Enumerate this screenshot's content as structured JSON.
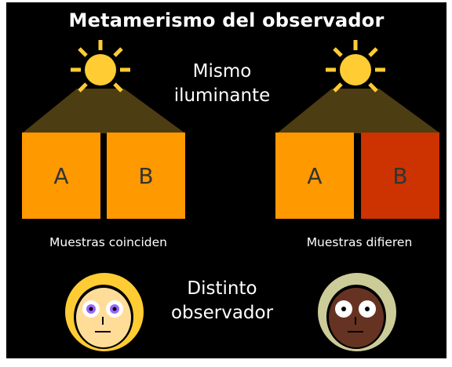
{
  "title": "Metamerismo del observador",
  "illuminant_label": "Mismo iluminante",
  "illuminant_lines": [
    "Mismo",
    "iluminante"
  ],
  "observer_label": "Distinto observador",
  "observer_lines": [
    "Distinto",
    "observador"
  ],
  "left_panel": {
    "caption": "Muestras coinciden",
    "samples": [
      {
        "letter": "A",
        "color": "#ff9900"
      },
      {
        "letter": "B",
        "color": "#ff9900"
      }
    ]
  },
  "right_panel": {
    "caption": "Muestras difieren",
    "samples": [
      {
        "letter": "A",
        "color": "#ff9900"
      },
      {
        "letter": "B",
        "color": "#cc3300"
      }
    ]
  },
  "colors": {
    "background": "#000000",
    "sun": "#ffcc33",
    "sample_text": "#333333",
    "light_beam": "#4d3d12",
    "face_light": "#ffdd99",
    "hair_light": "#ffcc33",
    "eye_light": "#9966ff",
    "face_dark": "#663322",
    "hair_dark": "#cccc99",
    "eye_dark": "#ffffff"
  },
  "icons": [
    "sun-icon",
    "light-beam",
    "face-light-observer-icon",
    "face-dark-observer-icon"
  ]
}
